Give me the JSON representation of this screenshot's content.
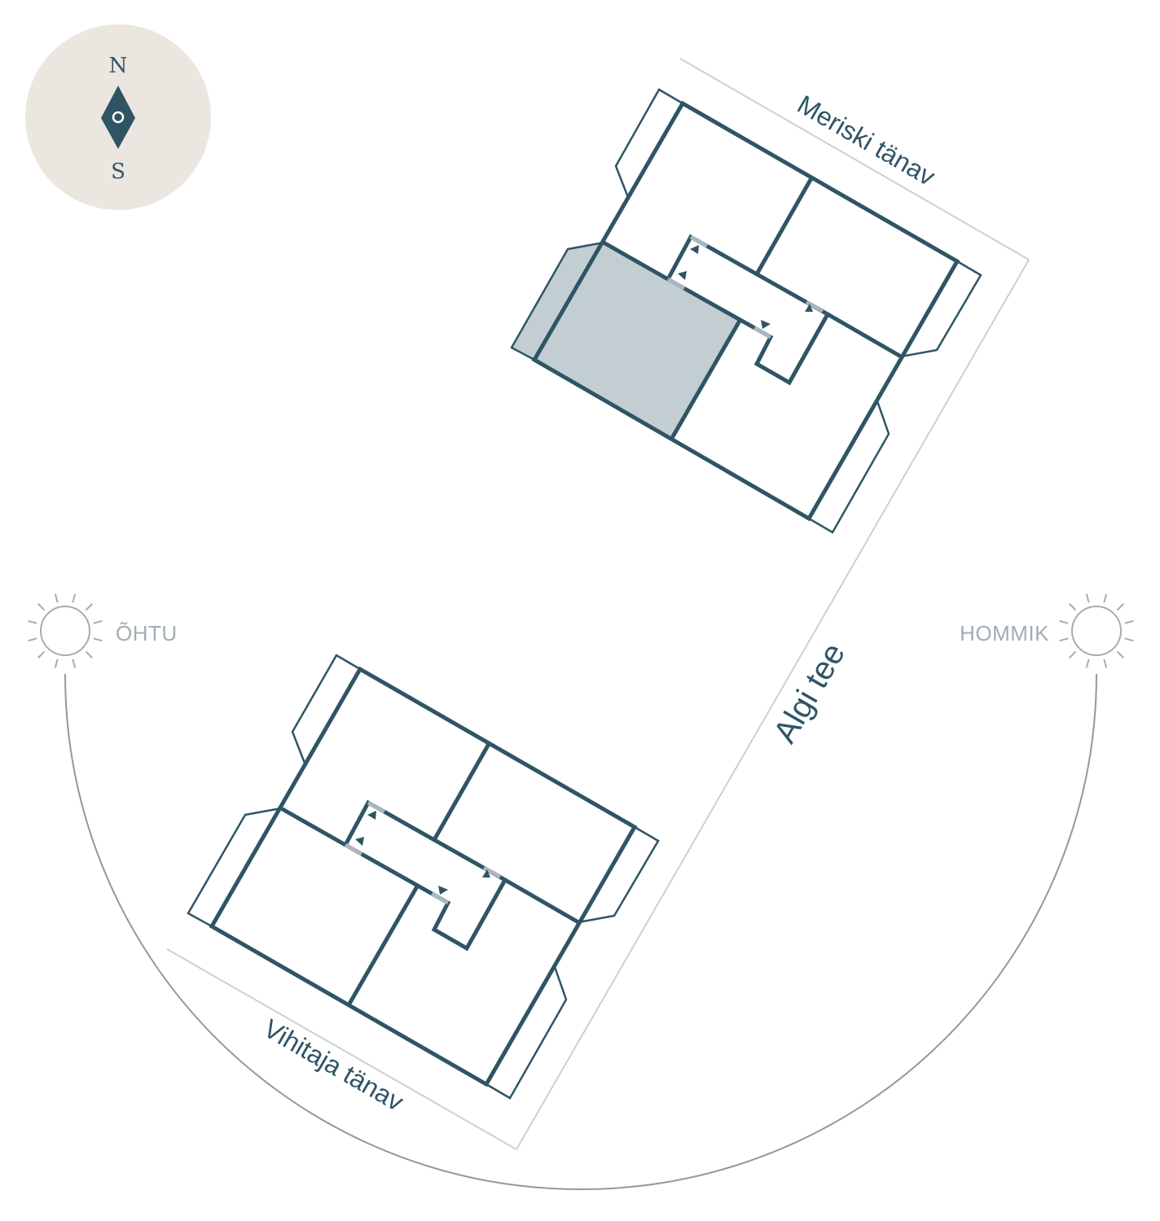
{
  "compass": {
    "north": "N",
    "south": "S",
    "icon": "compass-needle-icon"
  },
  "streets": {
    "meriski": "Meriski tänav",
    "algi": "Algi tee",
    "vihitaja": "Vihitaja tänav"
  },
  "sun": {
    "evening": {
      "label": "ÕHTU",
      "icon": "sun-icon"
    },
    "morning": {
      "label": "HOMMIK",
      "icon": "sun-icon"
    }
  },
  "colors": {
    "building_line": "#2f5565",
    "selected_unit_fill": "#c3ced3",
    "road_line": "#c9d1d4",
    "sun_path": "#8e9aa1",
    "compass_background": "#ebe6df"
  },
  "buildings": [
    {
      "units": 4,
      "selected_unit": 3
    },
    {
      "units": 4,
      "selected_unit": null
    }
  ]
}
